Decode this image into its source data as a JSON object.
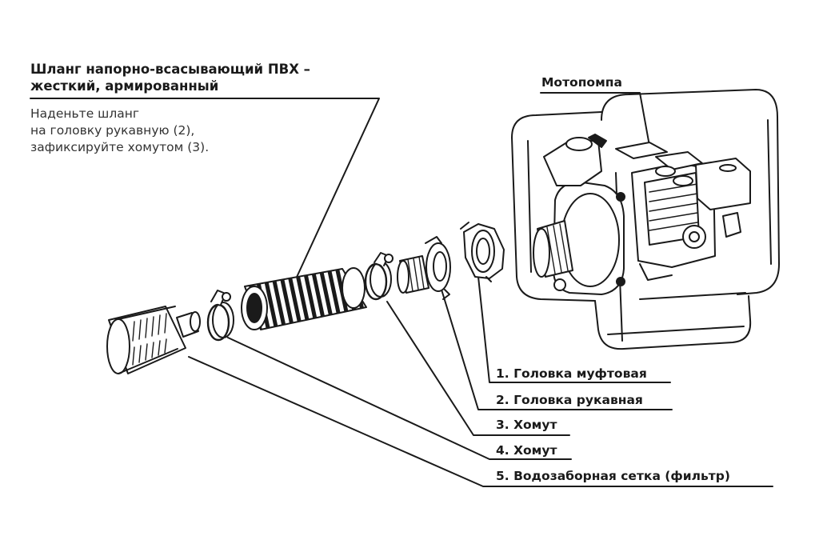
{
  "heading": {
    "line1": "Шланг напорно-всасывающий ПВХ –",
    "line2": "жесткий, армированный"
  },
  "instruction": {
    "line1": "Наденьте шланг",
    "line2": "на головку рукавную (2),",
    "line3": "зафиксируйте хомутом (3)."
  },
  "labels": {
    "pump": "Мотопомпа",
    "part1": "1. Головка муфтовая",
    "part2": "2. Головка рукавная",
    "part3": "3. Хомут",
    "part4": "4. Хомут",
    "part5": "5. Водозаборная сетка (фильтр)"
  },
  "colors": {
    "line": "#1a1a1a",
    "background": "#ffffff"
  }
}
